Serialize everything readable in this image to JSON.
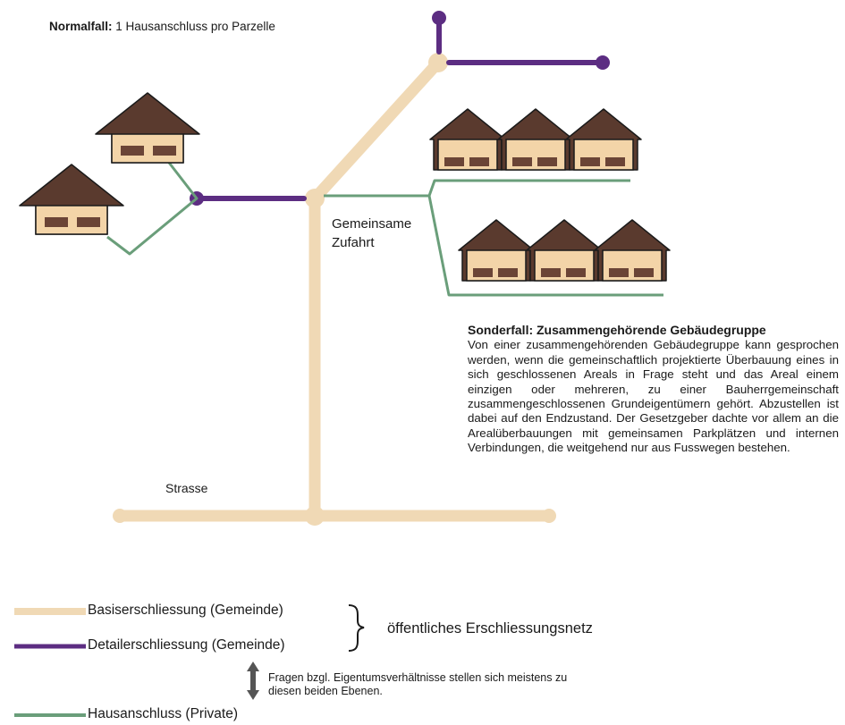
{
  "normal_case": {
    "bold": "Normalfall:",
    "text": " 1 Hausanschluss pro Parzelle"
  },
  "labels": {
    "zufahrt": "Gemeinsame Zufahrt",
    "strasse": "Strasse"
  },
  "special_case": {
    "title": "Sonderfall: Zusammengehörende Gebäudegruppe",
    "text": "Von einer zusammengehörenden Gebäudegruppe kann gesprochen werden, wenn die gemeinschaftlich projektierte Überbauung eines in sich geschlossenen Areals in Frage steht und das Areal einem einzigen oder mehreren, zu einer Bauherrgemeinschaft zusammengeschlossenen Grundeigentümern gehört. Abzustellen ist dabei auf den Endzustand. Der Gesetzgeber dachte vor allem an die Arealüberbauungen mit gemeinsamen Parkplätzen und internen Verbindungen, die weitgehend nur aus Fusswegen bestehen."
  },
  "legend": {
    "basis": "Basiserschliessung (Gemeinde)",
    "detail": "Detailerschliessung (Gemeinde)",
    "house": "Hausanschluss (Private)",
    "public_network": "öffentliches Erschliessungsnetz",
    "note": "Fragen bzgl. Eigentumsverhältnisse stellen sich meistens zu diesen beiden Ebenen."
  },
  "colors": {
    "basis": "#f0d9b5",
    "detail": "#5c2d82",
    "house": "#6a9e7a",
    "roof": "#5a3a2e",
    "wall": "#f3d4a8",
    "window": "#6b4436",
    "arrow": "#555555"
  }
}
